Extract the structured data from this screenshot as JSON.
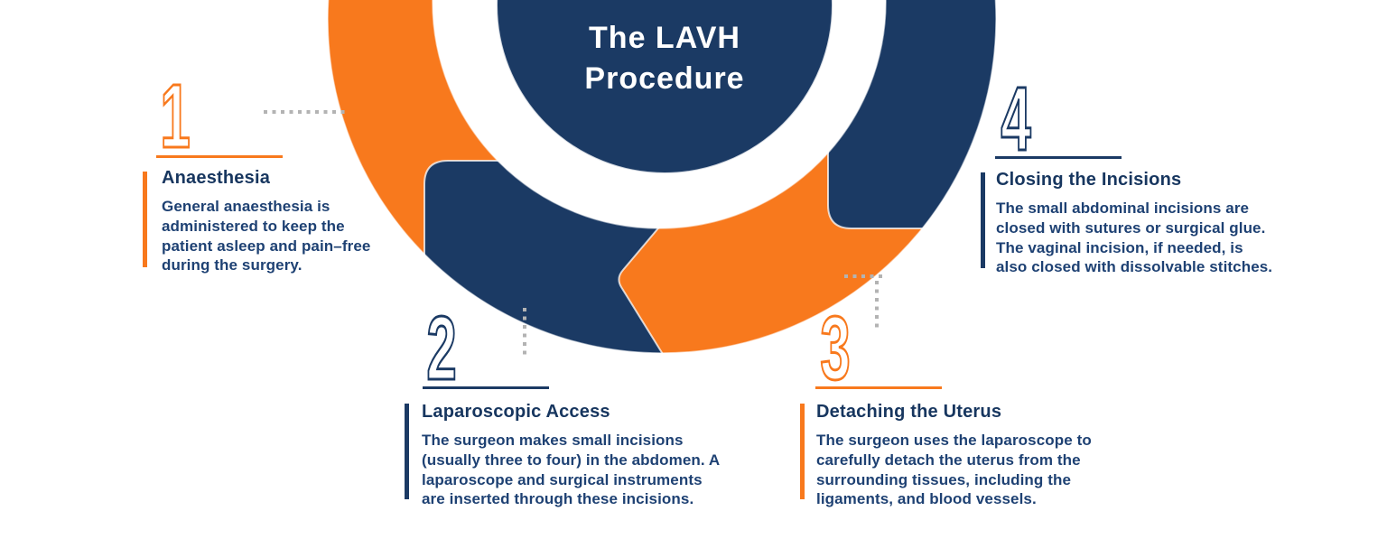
{
  "center": {
    "title": "The LAVH\nProcedure"
  },
  "steps": [
    {
      "number": "1",
      "title": "Anaesthesia",
      "body": "General anaesthesia is\nadministered to keep the\npatient asleep and pain–free\nduring the surgery.",
      "accent_color": "#f8791d"
    },
    {
      "number": "2",
      "title": "Laparoscopic Access",
      "body": "The surgeon makes small incisions\n(usually three to four) in the abdomen. A\nlaparoscope and surgical instruments\nare inserted through these incisions.",
      "accent_color": "#1b3a64"
    },
    {
      "number": "3",
      "title": "Detaching the Uterus",
      "body": " The surgeon uses the laparoscope to\ncarefully detach the uterus from the\nsurrounding tissues, including the\nligaments, and blood vessels.",
      "accent_color": "#f8791d"
    },
    {
      "number": "4",
      "title": "Closing the Incisions",
      "body": "The small abdominal incisions are\nclosed with sutures or surgical glue.\nThe vaginal incision, if needed, is\nalso closed with dissolvable stitches.",
      "accent_color": "#1b3a64"
    }
  ],
  "colors": {
    "navy": "#1b3a64",
    "orange": "#f8791d",
    "title_text": "#17365f",
    "body_text": "#1e4173",
    "dots": "#b3b3b3",
    "center_text": "#ffffff",
    "background": "#ffffff"
  }
}
